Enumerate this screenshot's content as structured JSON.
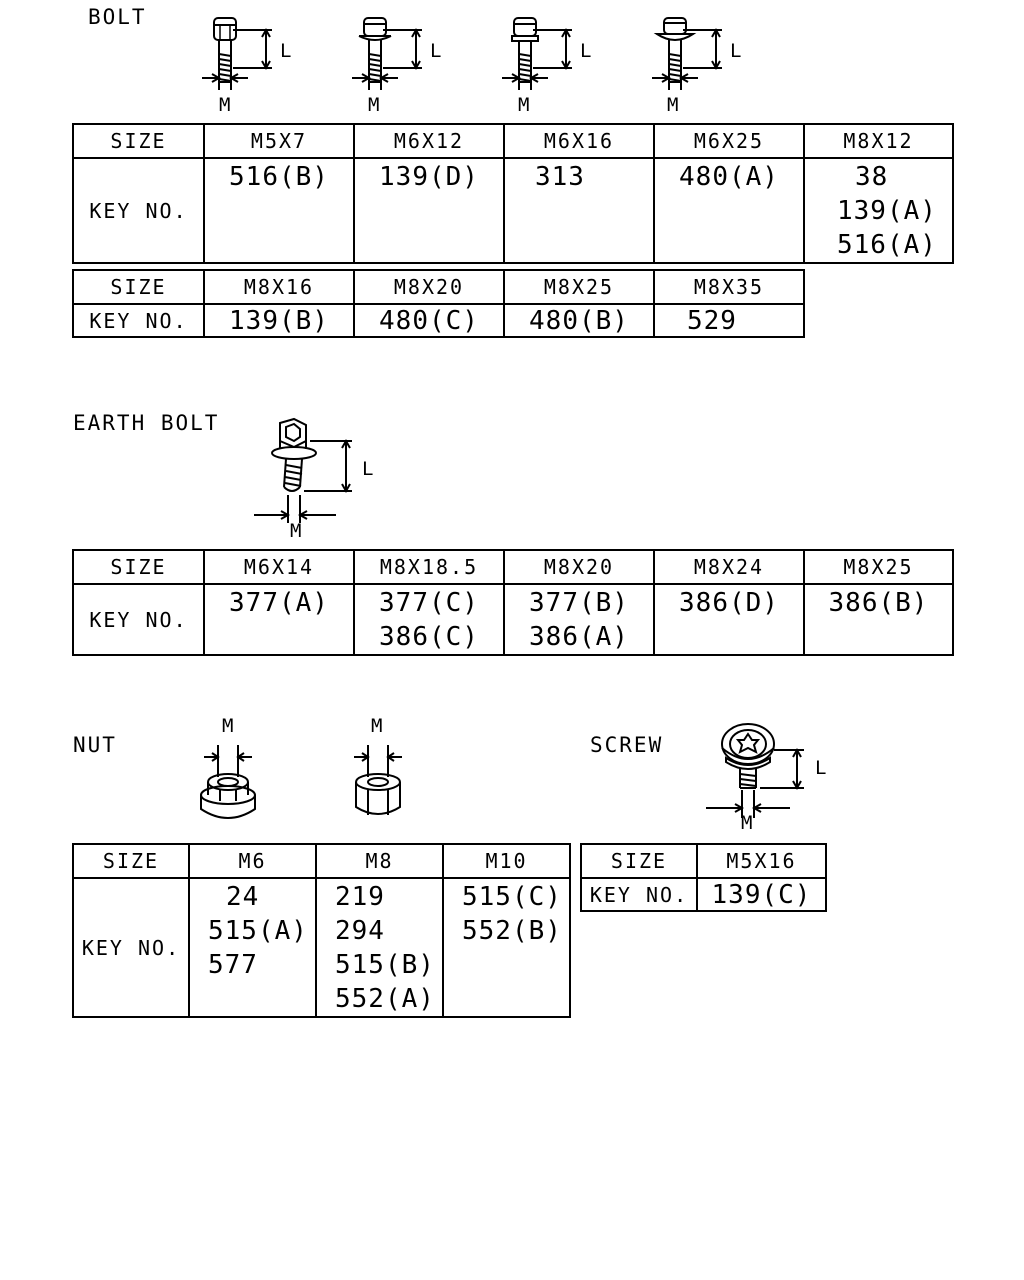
{
  "bolt": {
    "title": "BOLT",
    "dim_l": "L",
    "dim_m": "M",
    "size_header": "SIZE",
    "key_header": "KEY NO.",
    "table1": [
      {
        "size": "M5X7",
        "keys": [
          "516(B)"
        ]
      },
      {
        "size": "M6X12",
        "keys": [
          "139(D)"
        ]
      },
      {
        "size": "M6X16",
        "keys": [
          "313"
        ]
      },
      {
        "size": "M6X25",
        "keys": [
          "480(A)"
        ]
      },
      {
        "size": "M8X12",
        "keys": [
          "38",
          "139(A)",
          "516(A)"
        ]
      }
    ],
    "table2": [
      {
        "size": "M8X16",
        "keys": [
          "139(B)"
        ]
      },
      {
        "size": "M8X20",
        "keys": [
          "480(C)"
        ]
      },
      {
        "size": "M8X25",
        "keys": [
          "480(B)"
        ]
      },
      {
        "size": "M8X35",
        "keys": [
          "529"
        ]
      }
    ]
  },
  "earth_bolt": {
    "title": "EARTH BOLT",
    "dim_l": "L",
    "dim_m": "M",
    "size_header": "SIZE",
    "key_header": "KEY NO.",
    "table": [
      {
        "size": "M6X14",
        "keys": [
          "377(A)"
        ]
      },
      {
        "size": "M8X18.5",
        "keys": [
          "377(C)",
          "386(C)"
        ]
      },
      {
        "size": "M8X20",
        "keys": [
          "377(B)",
          "386(A)"
        ]
      },
      {
        "size": "M8X24",
        "keys": [
          "386(D)"
        ]
      },
      {
        "size": "M8X25",
        "keys": [
          "386(B)"
        ]
      }
    ]
  },
  "nut": {
    "title": "NUT",
    "dim_m": "M",
    "size_header": "SIZE",
    "key_header": "KEY NO.",
    "table": [
      {
        "size": "M6",
        "keys": [
          "24",
          "515(A)",
          "577"
        ]
      },
      {
        "size": "M8",
        "keys": [
          "219",
          "294",
          "515(B)",
          "552(A)"
        ]
      },
      {
        "size": "M10",
        "keys": [
          "515(C)",
          "552(B)"
        ]
      }
    ]
  },
  "screw": {
    "title": "SCREW",
    "dim_l": "L",
    "dim_m": "M",
    "size_header": "SIZE",
    "key_header": "KEY NO.",
    "table": [
      {
        "size": "M5X16",
        "keys": [
          "139(C)"
        ]
      }
    ]
  }
}
